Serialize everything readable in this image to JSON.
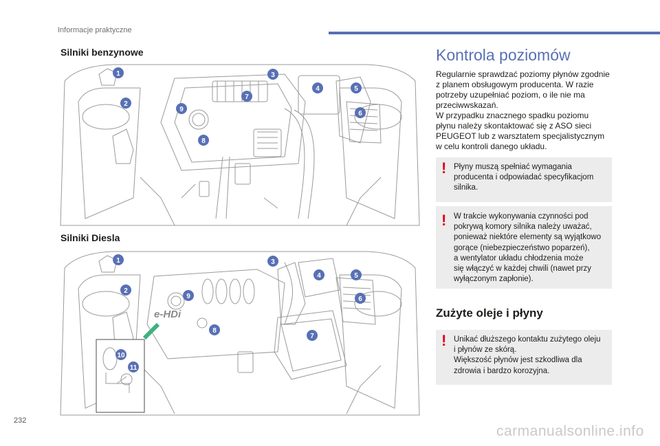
{
  "header": {
    "section": "Informacje praktyczne"
  },
  "page_number": "232",
  "left": {
    "petrol_title": "Silniki benzynowe",
    "diesel_title": "Silniki Diesla",
    "petrol_callouts": [
      "1",
      "2",
      "3",
      "4",
      "5",
      "6",
      "7",
      "8",
      "9"
    ],
    "diesel_callouts": [
      "1",
      "2",
      "3",
      "4",
      "5",
      "6",
      "7",
      "8",
      "9",
      "10",
      "11"
    ],
    "diesel_logo": "e-HDi"
  },
  "right": {
    "title": "Kontrola poziomów",
    "intro": "Regularnie sprawdzać poziomy płynów zgodnie\nz planem obsługowym producenta. W razie\npotrzeby uzupełniać poziom, o ile nie ma\nprzeciwwskazań.\nW przypadku znacznego spadku poziomu\npłynu należy skontaktować się z ASO sieci\nPEUGEOT lub z warsztatem specjalistycznym\nw celu kontroli danego układu.",
    "warning1": "Płyny muszą spełniać wymagania\nproducenta i odpowiadać specyfikacjom\nsilnika.",
    "warning2": "W trakcie wykonywania czynności pod\npokrywą komory silnika należy uważać,\nponieważ niektóre elementy są wyjątkowo\ngorące (niebezpieczeństwo poparzeń),\na wentylator układu chłodzenia może\nsię włączyć w każdej chwili (nawet przy\nwyłączonym zapłonie).",
    "subtitle": "Zużyte oleje i płyny",
    "warning3": "Unikać dłuższego kontaktu zużytego oleju\ni płynów ze skórą.\nWiększość płynów jest szkodliwa dla\nzdrowia i bardzo korozyjna.",
    "warning_mark": "!"
  },
  "watermark": "carmanualsonline.info",
  "colors": {
    "accent": "#5870b4",
    "callout": "#5870b4",
    "warning": "#e0001a",
    "box": "#ececec"
  }
}
